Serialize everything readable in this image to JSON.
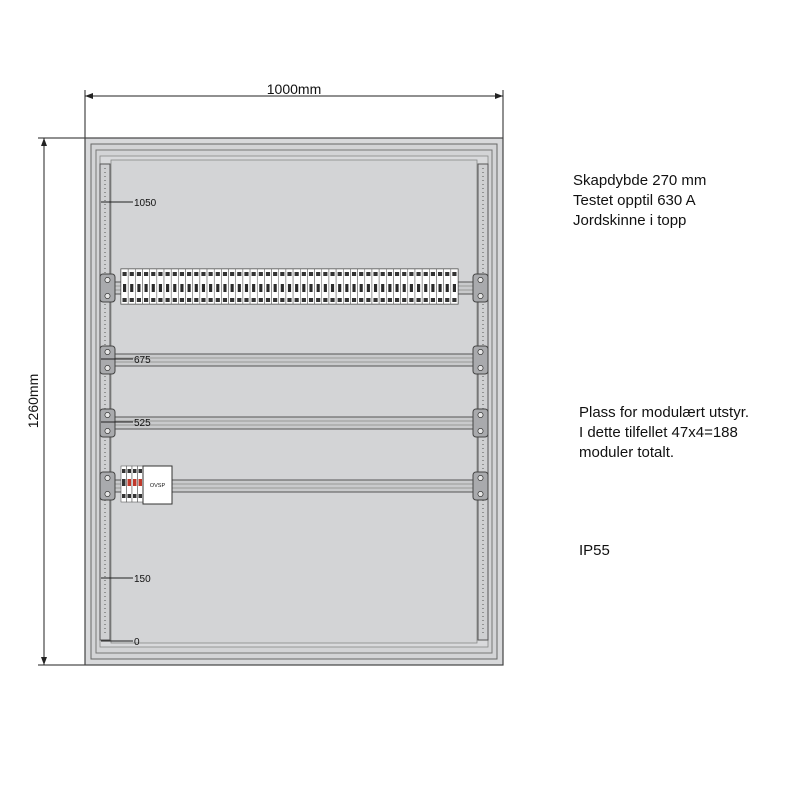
{
  "dimensions": {
    "width_label": "1000mm",
    "height_label": "1260mm"
  },
  "scale_marks": [
    "1050",
    "675",
    "525",
    "150",
    "0"
  ],
  "spd_label": "OVSP",
  "notes": {
    "specs": [
      "Skapdybde 270 mm",
      "Testet opptil 630 A",
      "Jordskinne i topp"
    ],
    "modular": [
      "Plass for modulært utstyr.",
      "I dette tilfellet 47x4=188",
      "moduler totalt."
    ],
    "ip": "IP55"
  },
  "colors": {
    "enclosure": "#d3d4d6",
    "frame_line": "#555555",
    "rail": "#c9cacc",
    "breaker_red": "#c0392b"
  }
}
